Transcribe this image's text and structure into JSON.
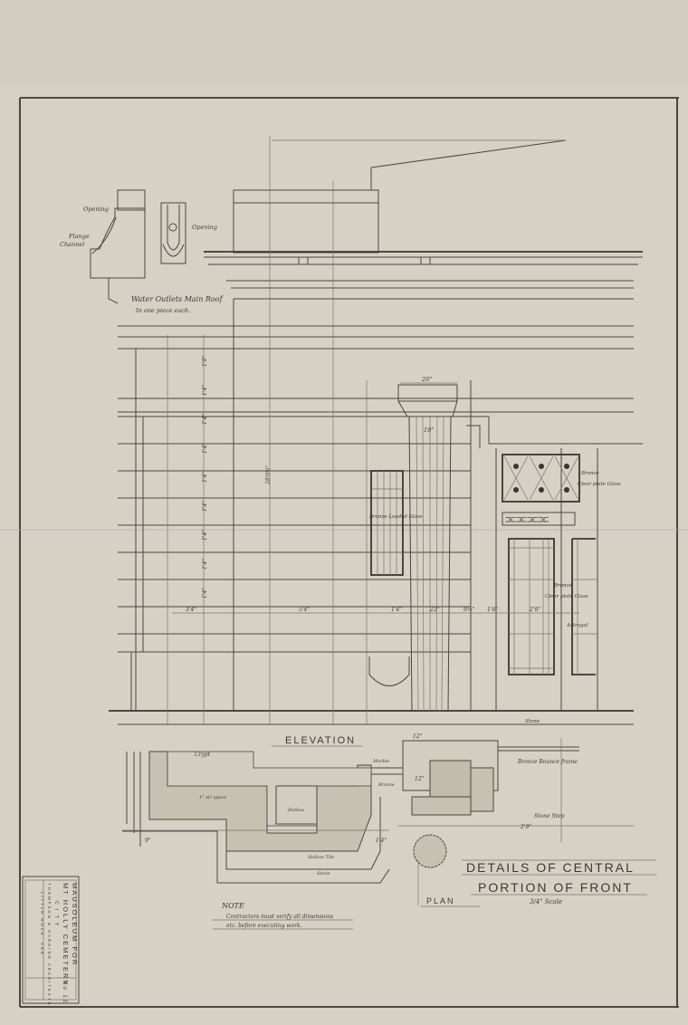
{
  "sheet": {
    "title_block": {
      "project_line1": "MAUSOLEUM FOR",
      "project_line2": "MT HOLLY CEMETERY",
      "city": "C I T Y",
      "architects": "THOMPSON & HARDING ARCHITECTS",
      "location": "LITTLE ROCK, ARK.",
      "sheet_no": "No 12"
    },
    "water_outlet": {
      "label_opening_1": "Opening",
      "label_flange": "Flange",
      "label_channel": "Channel",
      "label_opening_2": "Opening",
      "caption": "Water Outlets Main Roof",
      "caption_sub": "In one piece each."
    },
    "elevation": {
      "title": "ELEVATION",
      "dims_horizontal": [
        "3'4\"",
        "5'4\"",
        "1'4\"",
        "22\"",
        "9½\"",
        "1'6\"",
        "2'9\""
      ],
      "column_top_width": "26\"",
      "column_neck": "19\"",
      "window_label": "Bronze Leaded Glass",
      "door_labels": {
        "transom": "Bronze",
        "transom_glass": "Clear plate Glass",
        "door": "Bronze",
        "door_glass": "Clear plate Glass",
        "astragal": "Astragal"
      },
      "stone_label": "Stone",
      "dims_vertical": [
        "1'0\"",
        "1'4\"",
        "1'4\"",
        "1'4\"",
        "1'4\"",
        "1'4\"",
        "1'4\"",
        "1'4\"",
        "1'4\"",
        "28'0½\""
      ]
    },
    "plan": {
      "title": "PLAN",
      "labels": {
        "crypt": "Crypt",
        "air_space": "1\" air space",
        "hollow": "Hollow",
        "hollow_tile": "Hollow Tile",
        "stone": "Stone",
        "marble": "Marble",
        "bronze": "Bronze",
        "bronze_frame": "Bronze Bounce frame",
        "stone_step": "Stone Step",
        "dim_12a": "12\"",
        "dim_12b": "12\"",
        "dim_9": "9\"",
        "dim_29": "2'9\"",
        "dim_14": "1'4\""
      }
    },
    "heading_line1": "DETAILS OF CENTRAL",
    "heading_line2": "PORTION OF FRONT",
    "scale": "3/4\" Scale",
    "note_title": "NOTE",
    "note_text_1": "Contractors must verify all dimensions",
    "note_text_2": "etc. before executing work."
  }
}
